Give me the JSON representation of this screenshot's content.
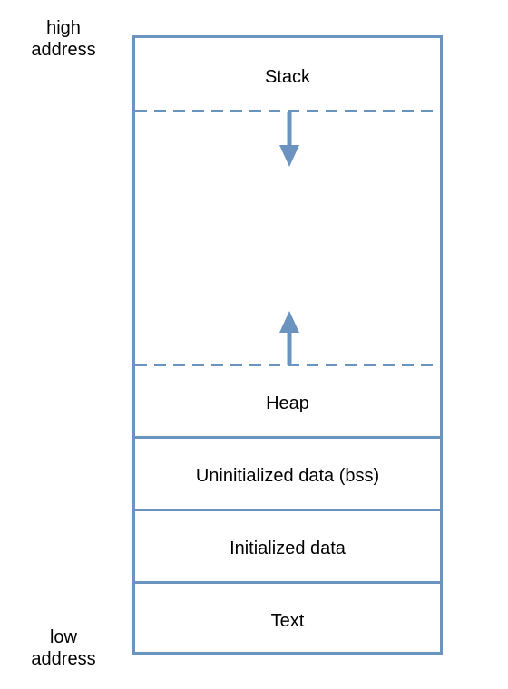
{
  "labels": {
    "high_address": "high\naddress",
    "low_address": "low\naddress"
  },
  "segments": {
    "stack": "Stack",
    "heap": "Heap",
    "bss": "Uninitialized data (bss)",
    "initialized": "Initialized data",
    "text": "Text"
  },
  "arrows": {
    "stack_growth": "down",
    "heap_growth": "up"
  },
  "colors": {
    "border": "#6b93c0",
    "text": "#000000",
    "background": "#ffffff"
  }
}
